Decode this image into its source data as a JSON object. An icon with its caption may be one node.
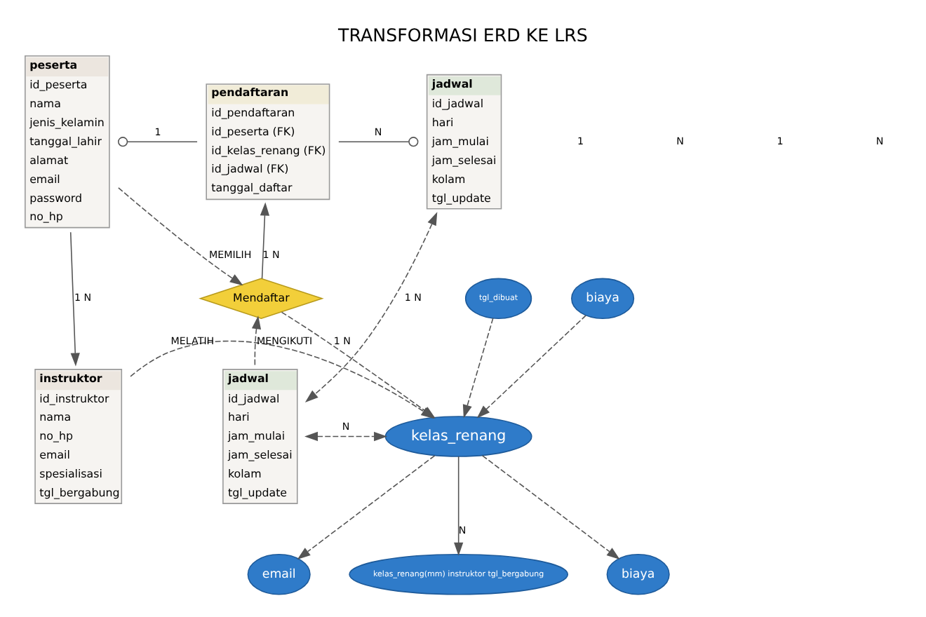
{
  "diagram": {
    "title": "TRANSFORMASI ERD KE LRS",
    "nodes": [
      {
        "text": [
          "peserta",
          "id_peserta",
          "nama",
          "jenis_kelamin",
          "tanggal_lahir",
          "alamat",
          "email",
          "password",
          "no_hp"
        ]
      },
      {
        "text": [
          "pendaftaran",
          "id_pendaftaran",
          "id_peserta (FK)",
          "id_kelas_renang (FK)",
          "id_jadwal (FK)",
          "tanggal_daftar"
        ]
      },
      {
        "text": [
          "jadwal",
          "id_jadwal",
          "hari",
          "jam_mulai",
          "jam_selesai",
          "kolam",
          "tgl_update"
        ]
      },
      {
        "text": [
          "Mendaftar"
        ]
      },
      {
        "text": [
          "instruktor",
          "id_instruktor",
          "nama",
          "no_hp",
          "email",
          "spesialisasi",
          "tgl_bergabung"
        ]
      },
      {
        "text": [
          "kelas_renang"
        ]
      },
      {
        "text": [
          "jadwal",
          "id_jadwal",
          "hari",
          "jam_mulai",
          "jam_selesai",
          "kolam",
          "tgl_update"
        ]
      },
      {
        "text": [
          "tgl_dibuat"
        ]
      },
      {
        "text": [
          "email"
        ]
      },
      {
        "text": [
          "kelas_renang(mm) instruktor tgl_bergabung"
        ]
      },
      {
        "text": [
          "biaya"
        ]
      },
      {
        "text": [
          "biaya"
        ]
      }
    ],
    "edges": [
      {
        "from": 0,
        "to": 1,
        "arrow": "other",
        "label": "1"
      },
      {
        "from": 1,
        "to": 2,
        "arrow": "other",
        "label": "N"
      },
      {
        "from": 3,
        "to": 1,
        "arrow": "to",
        "label": "1 N"
      },
      {
        "from": 0,
        "to": 3,
        "arrow": "to",
        "label": "MEMILIH",
        "style": "dashed"
      },
      {
        "from": 6,
        "to": 3,
        "arrow": "to",
        "label": "MENGIKUTI",
        "style": "dashed"
      },
      {
        "from": 2,
        "to": 6,
        "arrow": "both",
        "label": "1 N",
        "style": "dashed"
      },
      {
        "from": 0,
        "to": 4,
        "arrow": "to",
        "label": "1 N"
      },
      {
        "from": 3,
        "to": 5,
        "arrow": "to",
        "label": "1 N",
        "style": "dashed"
      },
      {
        "from": 4,
        "to": 5,
        "arrow": "to",
        "label": "MELATIH",
        "style": "dashed"
      },
      {
        "from": 6,
        "to": 5,
        "arrow": "both",
        "label": "N",
        "style": "dashed"
      },
      {
        "from": 7,
        "to": 5,
        "arrow": "to",
        "style": "dashed"
      },
      {
        "from": 5,
        "to": 8,
        "arrow": "to",
        "style": "dashed"
      },
      {
        "from": 5,
        "to": 9,
        "arrow": "to",
        "label": "N"
      },
      {
        "from": 5,
        "to": 11,
        "arrow": "to",
        "style": "dashed"
      },
      {
        "from": 10,
        "to": 5,
        "arrow": "to",
        "style": "dashed"
      }
    ],
    "labels": [
      "1",
      "N",
      "1",
      "N"
    ]
  }
}
